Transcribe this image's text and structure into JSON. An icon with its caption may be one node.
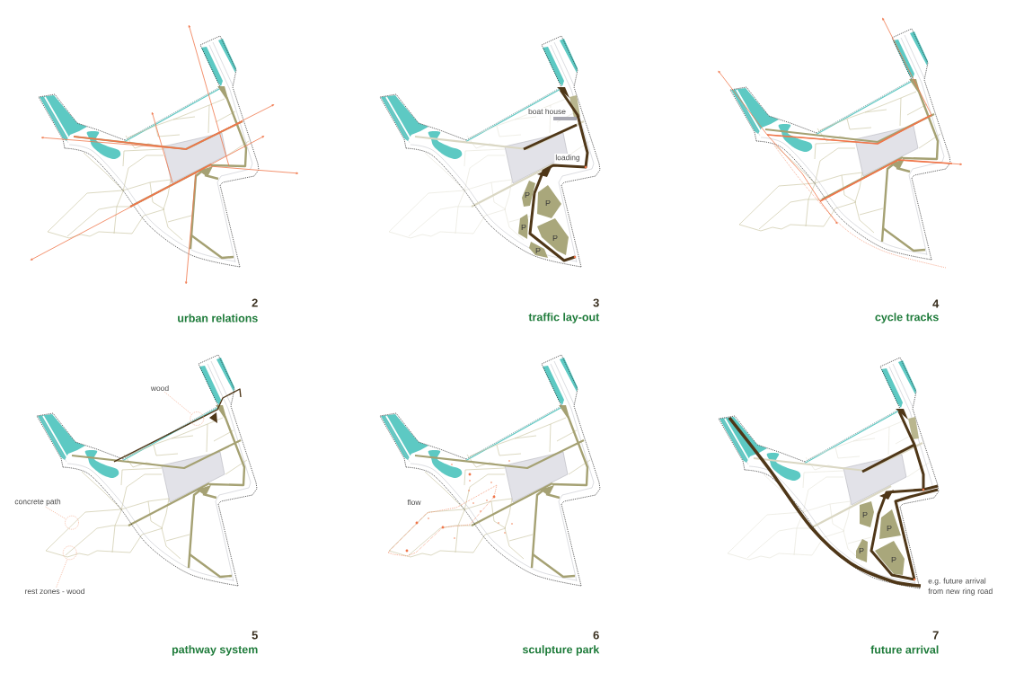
{
  "diagram": {
    "nodes": [
      {
        "text": [
          "P"
        ]
      },
      {
        "text": [
          "P"
        ]
      },
      {
        "text": [
          "P"
        ]
      },
      {
        "text": [
          "P"
        ]
      },
      {
        "text": [
          "P"
        ]
      },
      {
        "text": [
          "wood"
        ]
      },
      {
        "text": [],
        "shape": "circle"
      },
      {
        "text": [
          "concrete path"
        ]
      },
      {
        "text": [],
        "shape": "circle"
      },
      {
        "text": [
          "rest zones - wood"
        ]
      },
      {
        "text": [],
        "shape": "circle"
      },
      {
        "text": [
          "P"
        ]
      },
      {
        "text": [
          "P"
        ]
      },
      {
        "text": [
          "P"
        ]
      },
      {
        "text": [
          "P"
        ]
      }
    ],
    "edges": [
      {
        "from": 5,
        "to": 6,
        "arrow": "none",
        "style": "dashed",
        "color": "#f2a07e"
      },
      {
        "from": 7,
        "to": 8,
        "arrow": "none",
        "style": "dashed",
        "color": "#f2a07e"
      },
      {
        "from": 9,
        "to": 10,
        "arrow": "none",
        "style": "dashed",
        "color": "#f2a07e"
      }
    ],
    "labels": [
      "boat house",
      "loading",
      "2",
      "urban relations",
      "3",
      "traffic lay-out",
      "4",
      "cycle tracks",
      "flow",
      "e.g. future arrival from new ring road",
      "5",
      "pathway system",
      "6",
      "sculpture park",
      "7",
      "future arrival"
    ]
  }
}
